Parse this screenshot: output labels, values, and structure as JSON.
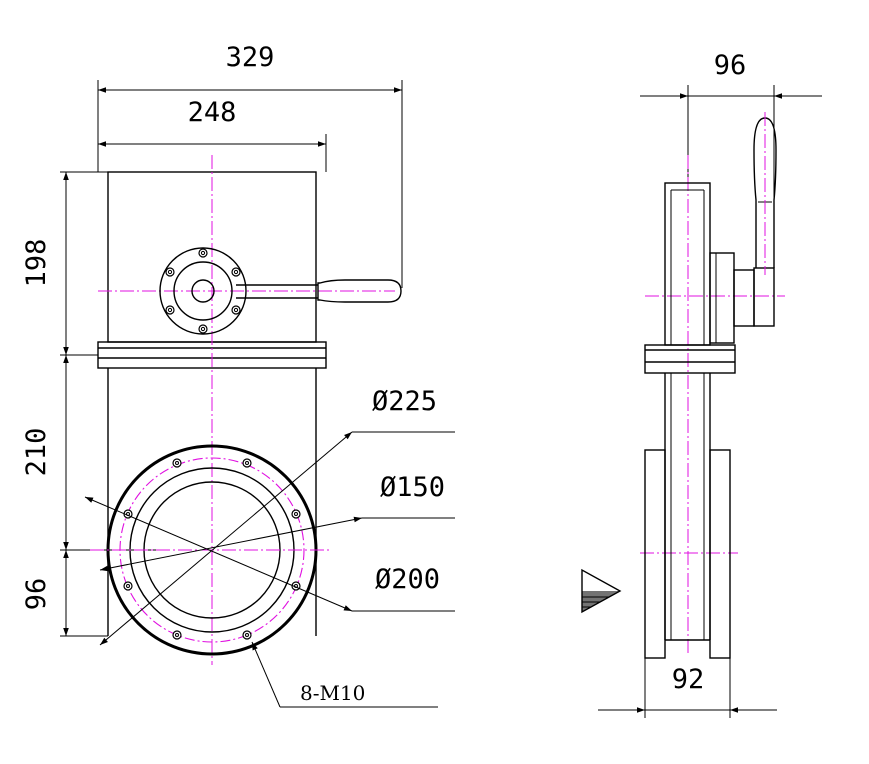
{
  "drawing": {
    "front_view": {
      "overall_width": "329",
      "body_width": "248",
      "upper_height": "198",
      "lower_height": "210",
      "flange_offset": "96",
      "outer_diameter": "Ø225",
      "bore_diameter": "Ø150",
      "bolt_circle_diameter": "Ø200",
      "bolt_holes": "8-M10"
    },
    "side_view": {
      "handle_width": "96",
      "body_thickness": "92"
    },
    "colors": {
      "line": "#000000",
      "centerline": "#e010e0"
    }
  }
}
